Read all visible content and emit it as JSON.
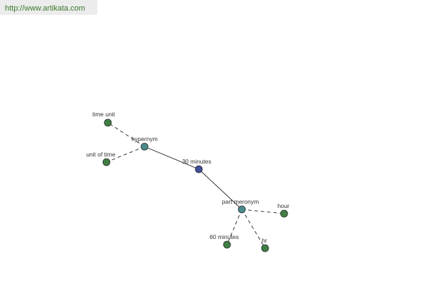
{
  "header": {
    "url": "http://www.artikata.com"
  },
  "colors": {
    "center": "#3f4f9a",
    "relation": "#4a8a8a",
    "leaf": "#3f7f43",
    "node_stroke": "#2a2a2a",
    "edge": "#222222",
    "url_text": "#3a7a2a",
    "url_bg": "#ececec"
  },
  "graph": {
    "nodes": [
      {
        "id": "center",
        "label": "30 minutes",
        "kind": "center"
      },
      {
        "id": "hypernym",
        "label": "hypernym",
        "kind": "relation"
      },
      {
        "id": "part-meronym",
        "label": "part meronym",
        "kind": "relation"
      },
      {
        "id": "time-unit",
        "label": "time unit",
        "kind": "leaf"
      },
      {
        "id": "unit-of-time",
        "label": "unit of time",
        "kind": "leaf"
      },
      {
        "id": "hour",
        "label": "hour",
        "kind": "leaf"
      },
      {
        "id": "60-minutes",
        "label": "60 minutes",
        "kind": "leaf"
      },
      {
        "id": "hr",
        "label": "hr",
        "kind": "leaf"
      }
    ],
    "edges": [
      {
        "from": "center",
        "to": "hypernym",
        "style": "solid"
      },
      {
        "from": "center",
        "to": "part-meronym",
        "style": "solid"
      },
      {
        "from": "hypernym",
        "to": "time-unit",
        "style": "dashed"
      },
      {
        "from": "hypernym",
        "to": "unit-of-time",
        "style": "dashed"
      },
      {
        "from": "part-meronym",
        "to": "hour",
        "style": "dashed"
      },
      {
        "from": "part-meronym",
        "to": "60-minutes",
        "style": "dashed"
      },
      {
        "from": "part-meronym",
        "to": "hr",
        "style": "dashed"
      }
    ]
  }
}
